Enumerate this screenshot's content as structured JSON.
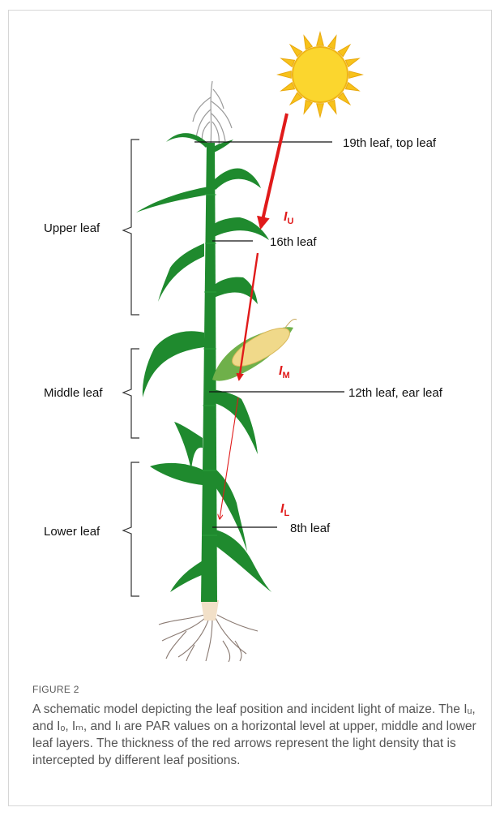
{
  "figure": {
    "layer_labels": {
      "upper": "Upper leaf",
      "middle": "Middle leaf",
      "lower": "Lower leaf"
    },
    "leaf_labels": {
      "top": "19th leaf, top leaf",
      "sixteenth": "16th leaf",
      "ear": "12th leaf, ear leaf",
      "eighth": "8th leaf"
    },
    "light_labels": {
      "upper": {
        "symbol": "I",
        "subscript": "U"
      },
      "middle": {
        "symbol": "I",
        "subscript": "M"
      },
      "lower": {
        "symbol": "I",
        "subscript": "L"
      }
    },
    "colors": {
      "stalk": "#1f8a2e",
      "arrow": "#e01a1a",
      "sun": "#f7c21b",
      "root": "#8a7a72",
      "ear": "#f0d98a"
    }
  },
  "caption": {
    "label": "FIGURE 2",
    "text": "A schematic model depicting the leaf position and incident light of maize. The Iᵤ, and Iₒ, Iₘ, and Iₗ are PAR values on a horizontal level at upper, middle and lower leaf layers. The thickness of the red arrows represent the light density that is intercepted by different leaf positions."
  }
}
